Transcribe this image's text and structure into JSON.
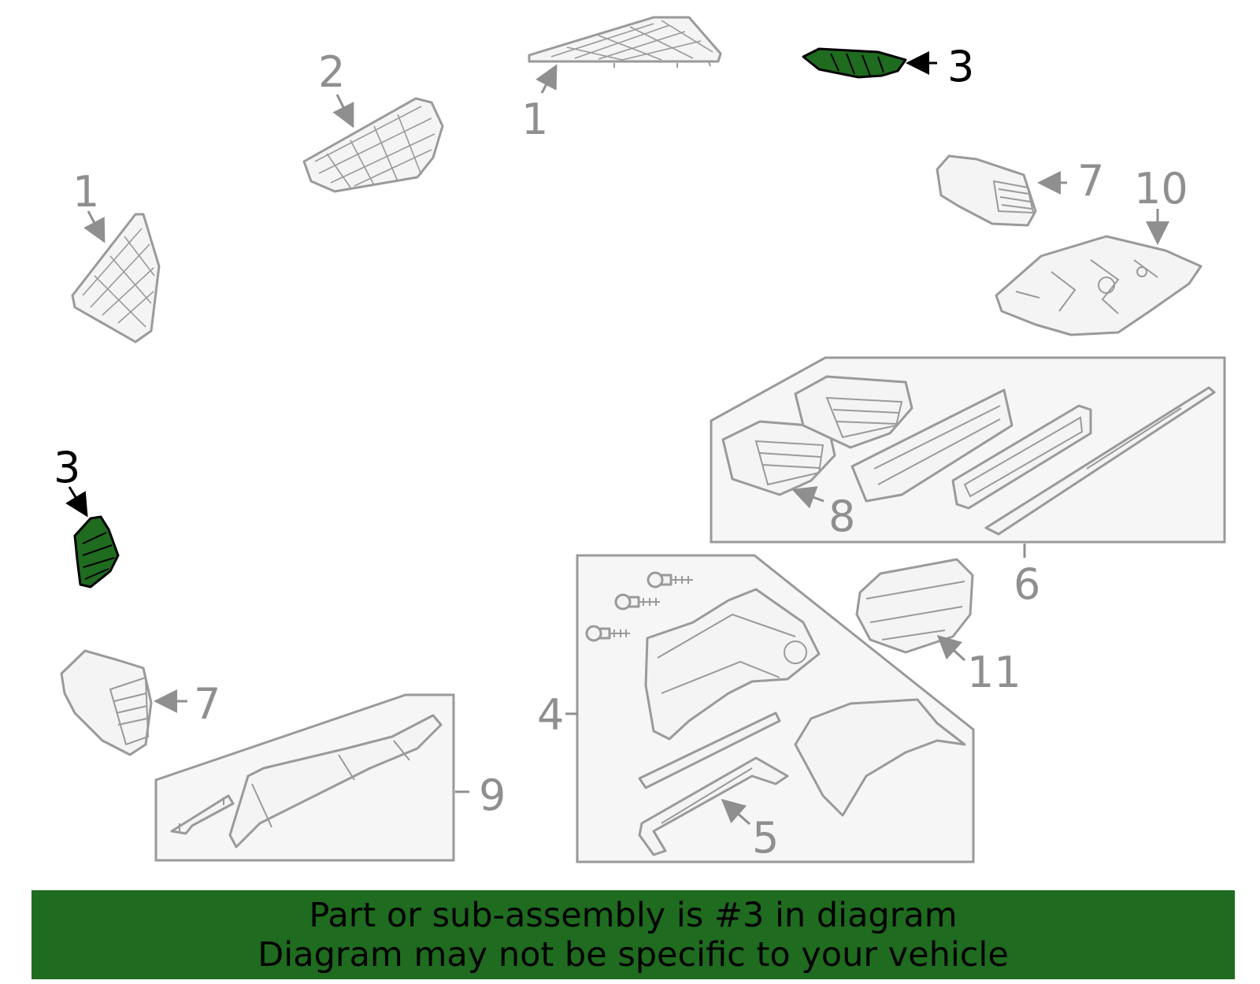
{
  "banner": {
    "color": "#1f6b1f",
    "line1": "Part or sub-assembly is #3 in diagram",
    "line2": "Diagram may not be specific to your vehicle"
  },
  "highlight_color": "#1f6b1f",
  "callouts": {
    "c1_top": "1",
    "c1_left": "1",
    "c2": "2",
    "c3_top": "3",
    "c3_left": "3",
    "c4": "4",
    "c5": "5",
    "c6": "6",
    "c7_top": "7",
    "c7_left": "7",
    "c8": "8",
    "c9": "9",
    "c10": "10",
    "c11": "11"
  }
}
